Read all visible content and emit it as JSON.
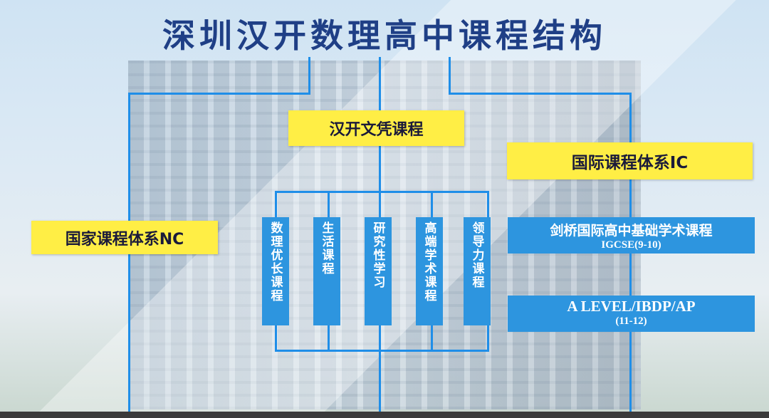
{
  "title": "深圳汉开数理高中课程结构",
  "center_label": "汉开文凭课程",
  "nc_label": "国家课程体系NC",
  "ic_label": "国际课程体系IC",
  "columns": [
    "数理优长课程",
    "生活课程",
    "研究性学习",
    "高端学术课程",
    "领导力课程"
  ],
  "ic_items": [
    {
      "main": "剑桥国际高中基础学术课程",
      "sub": "IGCSE(9-10)"
    },
    {
      "main": "A LEVEL/IBDP/AP",
      "sub": "(11-12)"
    }
  ],
  "colors": {
    "title": "#1f3f86",
    "line": "#1f8ee8",
    "yellow": "#ffee45",
    "blue": "#2d95df"
  }
}
